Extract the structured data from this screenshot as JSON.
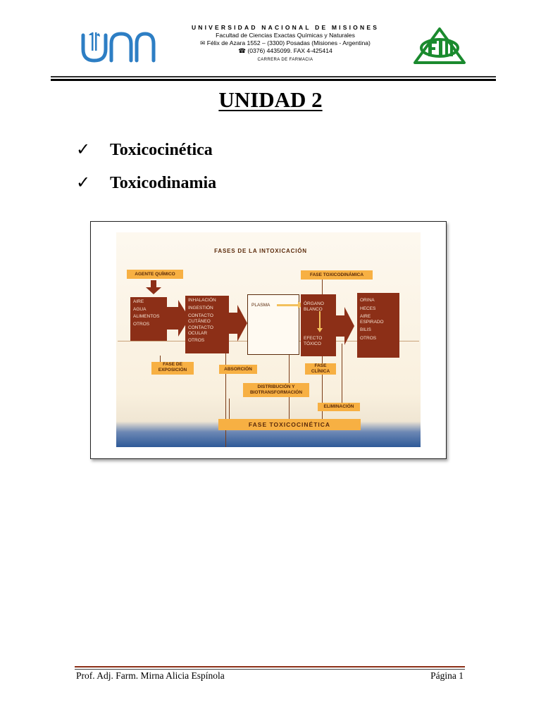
{
  "header": {
    "university": "UNIVERSIDAD NACIONAL DE MISIONES",
    "faculty": "Facultad de Ciencias  Exactas Químicas y Naturales",
    "address_icon": "envelope-icon",
    "address": "Félix de Azara 1552 – (3300) Posadas (Misiones - Argentina)",
    "phone_icon": "phone-icon",
    "phone": "(0376) 4435099. FAX 4-425414",
    "career": "CARRERA DE FARMACIA",
    "colors": {
      "unam_logo": "#2d7ec4",
      "fcm_logo": "#1a8a2e",
      "rule": "#2b2b2b"
    }
  },
  "title": "UNIDAD 2",
  "bullets": [
    {
      "icon": "checkmark-icon",
      "glyph": "✓",
      "text": "Toxicocinética"
    },
    {
      "icon": "checkmark-icon",
      "glyph": "✓",
      "text": "Toxicodinamia"
    }
  ],
  "figure": {
    "title": "FASES DE LA INTOXICACIÓN",
    "agent_label": "AGENTE QUÍMICO",
    "agents": [
      "AIRE",
      "AGUA",
      "ALIMENTOS",
      "OTROS"
    ],
    "routes": [
      "INHALACIÓN",
      "INGESTIÓN",
      "CONTACTO CUTÁNEO",
      "CONTACTO OCULAR",
      "OTROS"
    ],
    "plasma": "PLASMA",
    "toxicodynamic_label": "FASE TOXICODINÁMICA",
    "target_organ": "ÓRGANO BLANCO",
    "toxic_effect": "EFECTO TÓXICO",
    "excretions": [
      "ORINA",
      "HECES",
      "AIRE ESPIRADO",
      "BILIS",
      "OTROS"
    ],
    "exposure_label": "FASE DE EXPOSICIÓN",
    "absorption_label": "ABSORCIÓN",
    "clinical_label": "FASE CLÍNICA",
    "distribution_label": "DISTRIBUCIÓN Y BIOTRANSFORMACIÓN",
    "elimination_label": "ELIMINACIÓN",
    "toxicokinetic_label": "FASE TOXICOCINÉTICA",
    "colors": {
      "box": "#8c2f17",
      "label": "#f7b043",
      "background": "#fdf8ef",
      "band": "#2e5a98"
    }
  },
  "footer": {
    "author": "Prof. Adj. Farm. Mirna Alicia Espínola",
    "page": "Página 1",
    "rule_color": "#8c2f17"
  }
}
